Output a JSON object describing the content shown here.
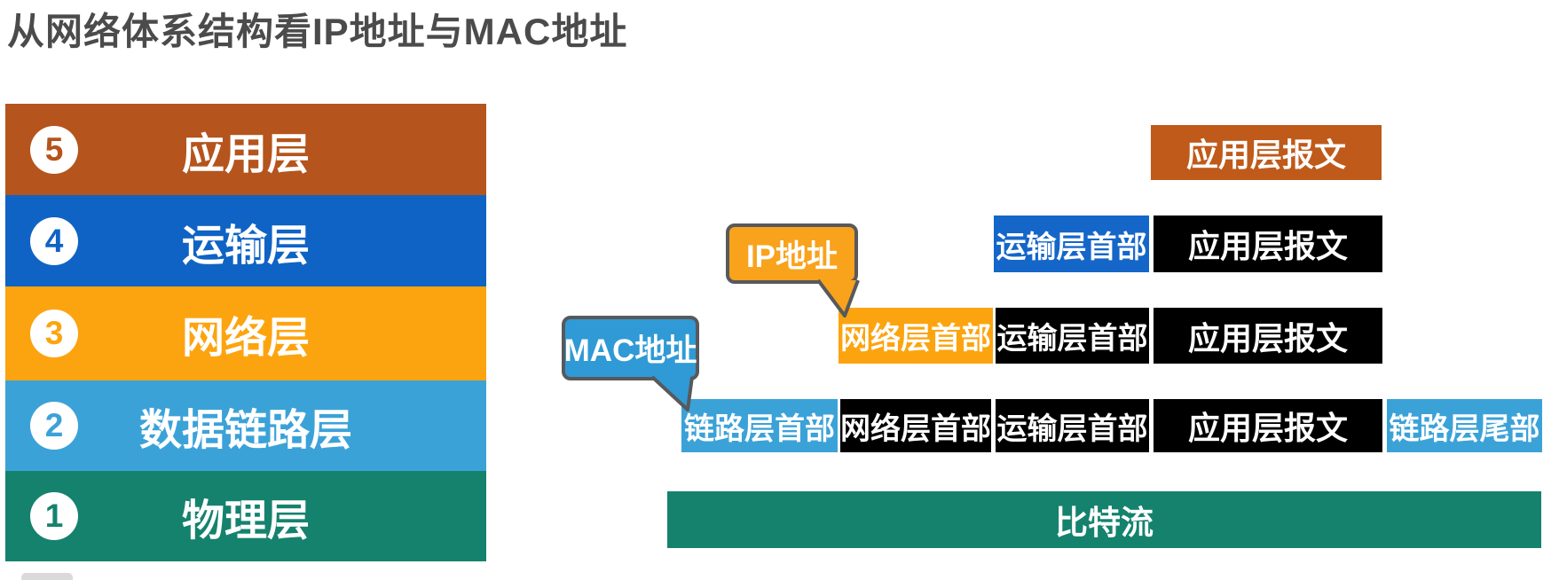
{
  "title": "从网络体系结构看IP地址与MAC地址",
  "layer_stack": {
    "layers": [
      {
        "number": "5",
        "label": "应用层",
        "color": "#b5541c"
      },
      {
        "number": "4",
        "label": "运输层",
        "color": "#0f63c4"
      },
      {
        "number": "3",
        "label": "网络层",
        "color": "#fca40f"
      },
      {
        "number": "2",
        "label": "数据链路层",
        "color": "#3ba2d8"
      },
      {
        "number": "1",
        "label": "物理层",
        "color": "#15826e"
      }
    ]
  },
  "encapsulation": {
    "row_application": {
      "app_message": "应用层报文"
    },
    "row_transport": {
      "transport_header": "运输层首部",
      "app_message": "应用层报文"
    },
    "row_network": {
      "network_header": "网络层首部",
      "transport_header": "运输层首部",
      "app_message": "应用层报文"
    },
    "row_datalink": {
      "link_header": "链路层首部",
      "network_header": "网络层首部",
      "transport_header": "运输层首部",
      "app_message": "应用层报文",
      "link_trailer": "链路层尾部"
    },
    "row_physical": {
      "bitstream": "比特流"
    }
  },
  "callouts": {
    "ip": {
      "label": "IP地址",
      "fill": "#f9a21b",
      "border": "#58595b"
    },
    "mac": {
      "label": "MAC地址",
      "fill": "#2f9ad5",
      "border": "#58595b"
    }
  },
  "colors": {
    "application_layer": "#b5541c",
    "application_message_box": "#bf5a1a",
    "transport_layer": "#0f63c4",
    "transport_header_box": "#1566c9",
    "network_layer": "#fca40f",
    "datalink_layer": "#3ba2d8",
    "physical_layer": "#15826e",
    "payload_black": "#000000",
    "title_text": "#4b4b4b",
    "callout_border": "#58595b"
  }
}
